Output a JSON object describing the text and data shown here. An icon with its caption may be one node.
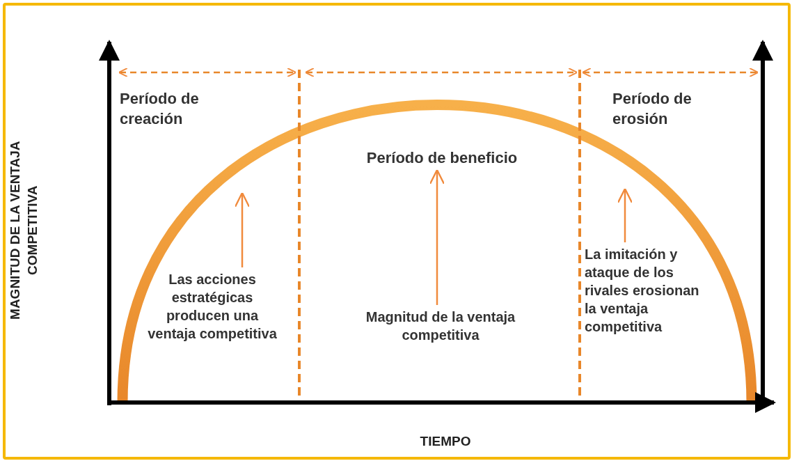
{
  "diagram": {
    "nodes": [
      {
        "text": [
          "Período de creación"
        ]
      },
      {
        "text": [
          "Período de beneficio"
        ]
      },
      {
        "text": [
          "Período de erosión"
        ]
      },
      {
        "text": [
          "Las acciones estratégicas producen una ventaja competitiva"
        ]
      },
      {
        "text": [
          "Magnitud de la ventaja competitiva"
        ]
      },
      {
        "text": [
          "La imitación y ataque de los rivales erosionan la ventaja competitiva"
        ]
      }
    ],
    "edges": [
      {
        "from": 3,
        "to": null,
        "arrow": "to"
      },
      {
        "from": 4,
        "to": 1,
        "arrow": "to"
      },
      {
        "from": 5,
        "to": null,
        "arrow": "to"
      }
    ],
    "labels": [
      "MAGNITUD DE LA VENTAJA COMPETITIVA",
      "TIEMPO"
    ]
  }
}
